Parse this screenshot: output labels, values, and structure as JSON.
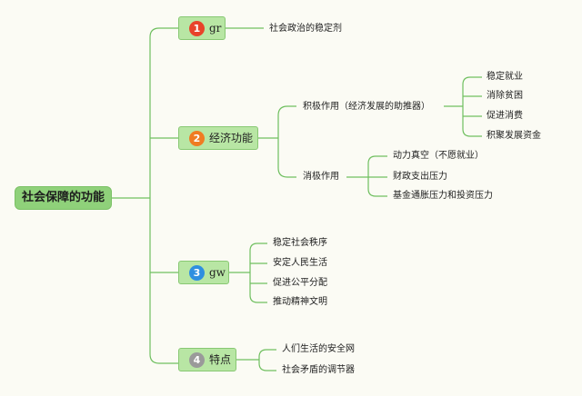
{
  "root": {
    "label": "社会保障的功能"
  },
  "branches": [
    {
      "num": "1",
      "num_color": "#e8432a",
      "label": "gr",
      "children": [
        {
          "label": "社会政治的稳定剂"
        }
      ]
    },
    {
      "num": "2",
      "num_color": "#f07c22",
      "label": "经济功能",
      "children": [
        {
          "label": "积极作用（经济发展的助推器）",
          "children": [
            "稳定就业",
            "消除贫困",
            "促进消费",
            "积聚发展资金"
          ]
        },
        {
          "label": "消极作用",
          "children": [
            "动力真空（不愿就业）",
            "财政支出压力",
            "基金通胀压力和投资压力"
          ]
        }
      ]
    },
    {
      "num": "3",
      "num_color": "#2f8fe0",
      "label": "gw",
      "children": [
        {
          "label": "稳定社会秩序"
        },
        {
          "label": "安定人民生活"
        },
        {
          "label": "促进公平分配"
        },
        {
          "label": "推动精神文明"
        }
      ]
    },
    {
      "num": "4",
      "num_color": "#9a9a9a",
      "label": "特点",
      "children": [
        {
          "label": "人们生活的安全网"
        },
        {
          "label": "社会矛盾的调节器"
        }
      ]
    }
  ]
}
